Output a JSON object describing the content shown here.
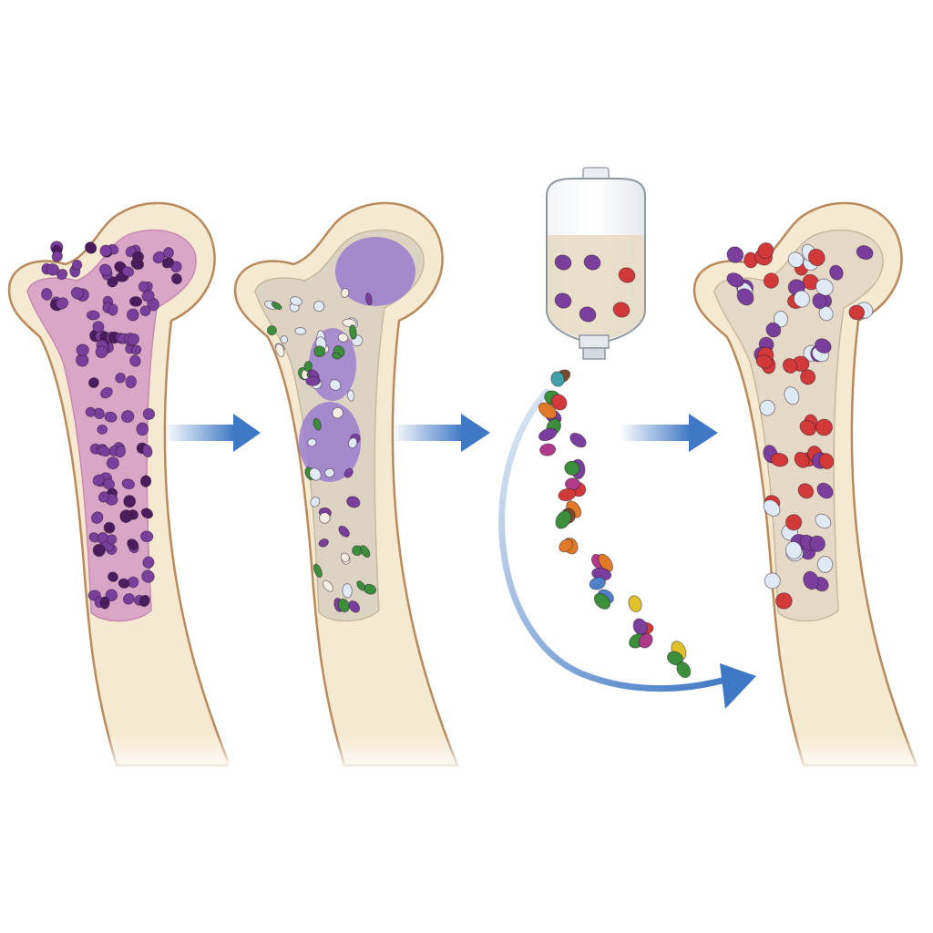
{
  "colors": {
    "background": "#ffffff",
    "bone_fill": "#f6e9d2",
    "bone_outline": "#b88a5e",
    "marrow_diseased": "#d9a6c8",
    "marrow_depleted": "#ddd3c2",
    "marrow_restored": "#e6d8c6",
    "arrow": "#3f78c4",
    "iv_fluid": "#e7dcc4",
    "cell_purple": "#7a3e9d",
    "cell_dark_purple": "#4b1d5e",
    "cell_red": "#d23a3a",
    "cell_white": "#dfeaf5",
    "cell_green": "#3b8f3b",
    "cell_blue": "#4f7fc9",
    "cell_orange": "#e07a28",
    "cell_yellow": "#e0c12a",
    "cell_brown": "#7a4a2a",
    "cell_teal": "#3fa0a8",
    "cell_magenta": "#b03a8a"
  },
  "stages": [
    {
      "id": "diseased-marrow",
      "icon": "bone-diseased-marrow-icon",
      "marrow_color": "marrow_diseased",
      "cells": "purple-dense"
    },
    {
      "id": "conditioned-marrow",
      "icon": "bone-conditioned-marrow-icon",
      "marrow_color": "marrow_depleted",
      "cells": "mixed-sparse"
    },
    {
      "id": "stem-cell-infusion",
      "icon": "iv-bag-icon",
      "cells": "multicolor-stream"
    },
    {
      "id": "restored-marrow",
      "icon": "bone-restored-marrow-icon",
      "marrow_color": "marrow_restored",
      "cells": "red-white-purple"
    }
  ],
  "connectors": [
    {
      "from": "diseased-marrow",
      "to": "conditioned-marrow",
      "icon": "arrow-right-icon"
    },
    {
      "from": "conditioned-marrow",
      "to": "stem-cell-infusion",
      "icon": "arrow-right-icon"
    },
    {
      "from": "stem-cell-infusion",
      "to": "restored-marrow",
      "icon": "curved-arrow-icon"
    },
    {
      "from": "stem-cell-infusion",
      "to": "restored-marrow",
      "icon": "arrow-right-icon"
    }
  ]
}
